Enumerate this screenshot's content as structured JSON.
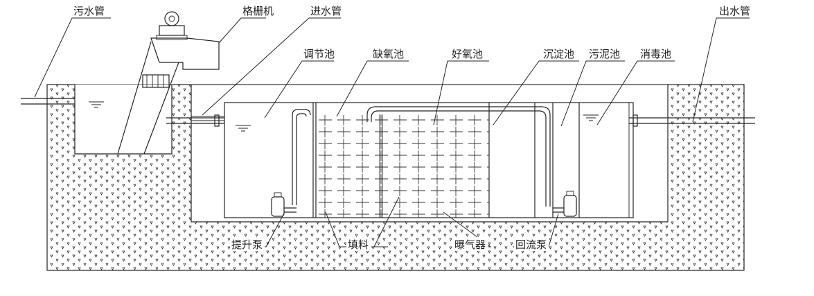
{
  "labels": {
    "sewage_pipe": "污水管",
    "grille_machine": "格栅机",
    "inlet_pipe": "进水管",
    "outlet_pipe": "出水管",
    "regulating_tank": "调节池",
    "anoxic_tank": "缺氧池",
    "aerobic_tank": "好氧池",
    "sedimentation_tank": "沉淀池",
    "sludge_tank": "污泥池",
    "disinfection_tank": "消毒池",
    "lift_pump": "提升泵",
    "filler": "填料",
    "aerator": "曝气器",
    "return_pump": "回流泵"
  },
  "colors": {
    "line": "#222222",
    "background": "#ffffff"
  },
  "icons": [
    "screen-machine-icon",
    "submersible-pump-icon",
    "water-level-icon",
    "pipe-flange-icon"
  ]
}
